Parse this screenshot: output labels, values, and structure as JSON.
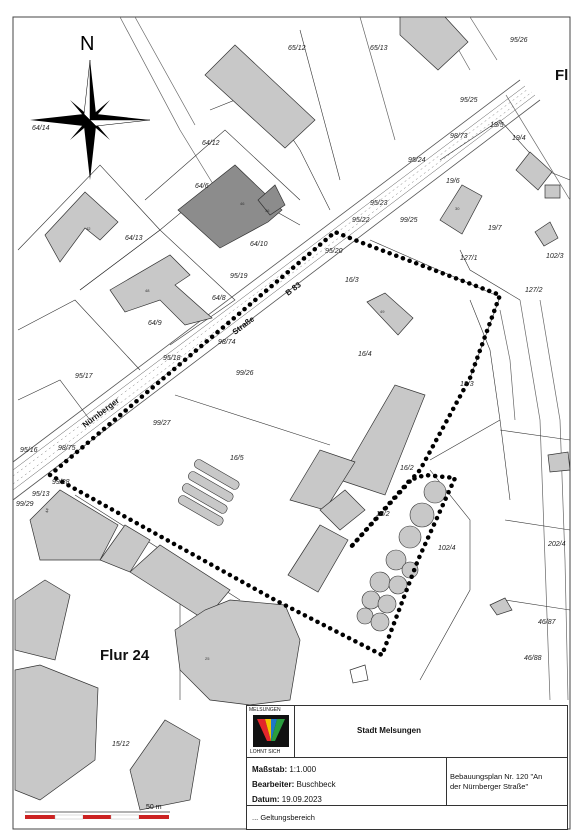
{
  "north": {
    "letter": "N"
  },
  "street": {
    "part1": "Nürnberger",
    "part2": "Straße",
    "route": "B 83"
  },
  "flur": {
    "label": "Flur 24",
    "partial": "Fl"
  },
  "parcels": [
    "65/12",
    "65/13",
    "95/26",
    "95/25",
    "64/14",
    "64/12",
    "98/73",
    "19/5",
    "19/4",
    "95/24",
    "64/6",
    "19/6",
    "95/23",
    "95/22",
    "99/25",
    "64/13",
    "64/10",
    "95/20",
    "127/1",
    "19/7",
    "95/19",
    "102/3",
    "16/3",
    "127/2",
    "64/8",
    "64/9",
    "98/74",
    "95/18",
    "16/4",
    "99/26",
    "95/17",
    "18/3",
    "99/27",
    "16/5",
    "16/2",
    "95/16",
    "98/75",
    "99/28",
    "95/13",
    "99/29",
    "18/2",
    "102/4",
    "202/4",
    "46/87",
    "46/88",
    "15/12"
  ],
  "house_numbers": [
    "42",
    "48",
    "46",
    "36",
    "49",
    "30",
    "44",
    "25"
  ],
  "scale_bar": {
    "label": "50 m"
  },
  "legend": {
    "logo_top": "MELSUNGEN",
    "logo_bottom": "LOHNT SICH",
    "city": "Stadt Melsungen",
    "scale_label": "Maßstab:",
    "scale_value": "1:1.000",
    "editor_label": "Bearbeiter:",
    "editor_value": "Buschbeck",
    "date_label": "Datum:",
    "date_value": "19.09.2023",
    "plan_line1": "Bebauungsplan Nr. 120 \"An",
    "plan_line2": "der Nürnberger Straße\"",
    "boundary_label": "... Geltungsbereich"
  },
  "colors": {
    "building": "#c8c8c8",
    "building_dark": "#8c8c8c",
    "boundary": "#000000",
    "scale_red": "#cc2222"
  }
}
